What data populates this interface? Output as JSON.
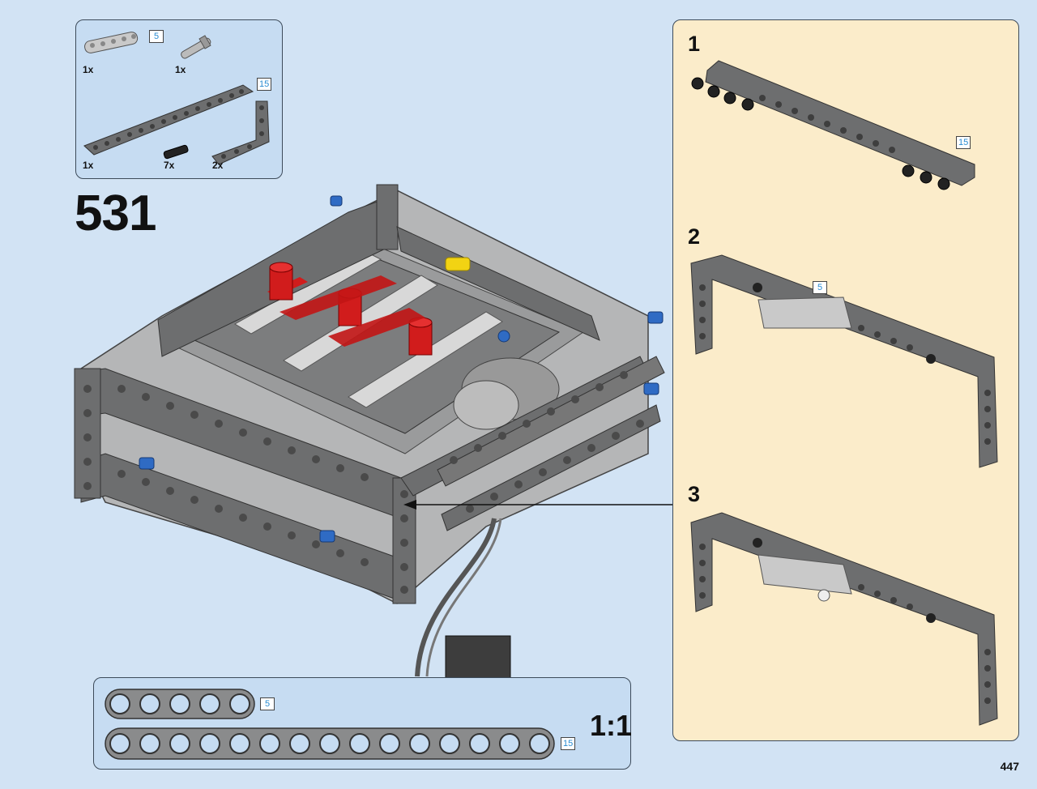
{
  "step": {
    "number": "531"
  },
  "page": {
    "number": "447"
  },
  "parts_list": {
    "items": [
      {
        "name": "beam-5",
        "qty": "1x",
        "length": "5"
      },
      {
        "name": "axle-pin",
        "qty": "1x"
      },
      {
        "name": "beam-15",
        "qty": "1x",
        "length": "15"
      },
      {
        "name": "pin-long",
        "qty": "7x"
      },
      {
        "name": "angled-beam",
        "qty": "2x"
      }
    ]
  },
  "substeps": [
    {
      "number": "1",
      "callout": "15"
    },
    {
      "number": "2",
      "callout": "5"
    },
    {
      "number": "3"
    }
  ],
  "scale_guide": {
    "label": "1:1",
    "beams": [
      {
        "holes": 5,
        "length": "5"
      },
      {
        "holes": 15,
        "length": "15"
      }
    ]
  },
  "colors": {
    "background": "#d2e3f4",
    "panel_blue": "#c6dcf2",
    "panel_cream": "#fbecca",
    "beam_gray": "#6d6e6f",
    "accent_red": "#d11c1c",
    "pin_blue": "#2f6bc4",
    "length_blue": "#2a8cd2"
  }
}
